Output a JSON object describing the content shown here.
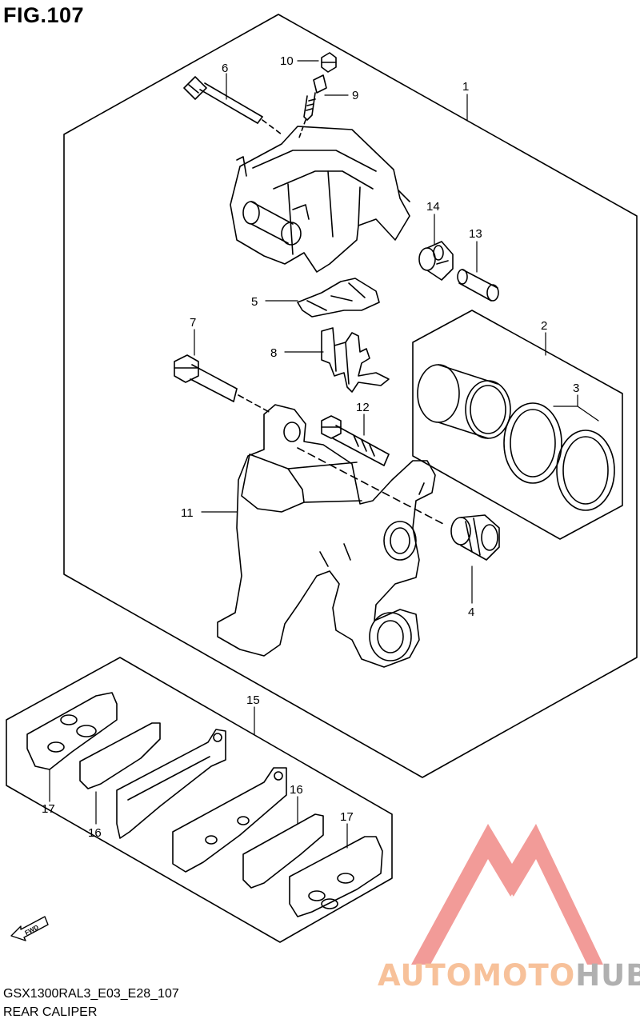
{
  "figure": {
    "title": "FIG.107",
    "model_code": "GSX1300RAL3_E03_E28_107",
    "section_name": "REAR CALIPER"
  },
  "callouts": [
    {
      "id": "c1",
      "label": "1"
    },
    {
      "id": "c2",
      "label": "2"
    },
    {
      "id": "c3",
      "label": "3"
    },
    {
      "id": "c4",
      "label": "4"
    },
    {
      "id": "c5",
      "label": "5"
    },
    {
      "id": "c6",
      "label": "6"
    },
    {
      "id": "c7",
      "label": "7"
    },
    {
      "id": "c8",
      "label": "8"
    },
    {
      "id": "c9",
      "label": "9"
    },
    {
      "id": "c10",
      "label": "10"
    },
    {
      "id": "c11",
      "label": "11"
    },
    {
      "id": "c12",
      "label": "12"
    },
    {
      "id": "c13",
      "label": "13"
    },
    {
      "id": "c14",
      "label": "14"
    },
    {
      "id": "c15",
      "label": "15"
    },
    {
      "id": "c16a",
      "label": "16"
    },
    {
      "id": "c16b",
      "label": "16"
    },
    {
      "id": "c17a",
      "label": "17"
    },
    {
      "id": "c17b",
      "label": "17"
    }
  ],
  "fwd_arrow": {
    "label": "FWD",
    "icon": "fwd-arrow-icon"
  },
  "watermark": {
    "part1": "AUTOMOTO",
    "part2": "HUB",
    "logo_color": "#f08a86",
    "part1_color": "#f7c19a",
    "part2_color": "#b0b0b0"
  }
}
